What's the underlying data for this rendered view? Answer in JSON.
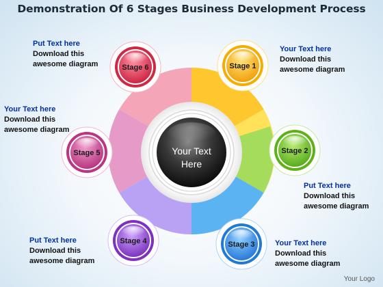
{
  "title": "Demonstration Of 6 Stages Business Development Process",
  "center": {
    "line1": "Your Text",
    "line2": "Here"
  },
  "stages": [
    {
      "label": "Stage 1",
      "color": "#f5a800"
    },
    {
      "label": "Stage 2",
      "color": "#6cbf1e"
    },
    {
      "label": "Stage 3",
      "color": "#2b8be0"
    },
    {
      "label": "Stage 4",
      "color": "#8e3fcf"
    },
    {
      "label": "Stage 5",
      "color": "#cc3c8c"
    },
    {
      "label": "Stage 6",
      "color": "#d62a45"
    }
  ],
  "segment_colors": [
    "#ffc72e",
    "#ffe25a",
    "#a6dc5c",
    "#5bb3f2",
    "#b9a2f4",
    "#e59ac8",
    "#f4a6b8"
  ],
  "callouts": [
    {
      "head": "Put Text  here",
      "body": "Download this\nawesome diagram"
    },
    {
      "head": "Your Text here",
      "body": "Download this\nawesome diagram"
    },
    {
      "head": "Your Text  here",
      "body": "Download this\nawesome diagram"
    },
    {
      "head": "Put Text here",
      "body": "Download this\nawesome diagram"
    },
    {
      "head": "Put Text  here",
      "body": "Download this\nawesome diagram"
    },
    {
      "head": "Your Text here",
      "body": "Download this\nawesome diagram"
    }
  ],
  "logo": "Your Logo"
}
